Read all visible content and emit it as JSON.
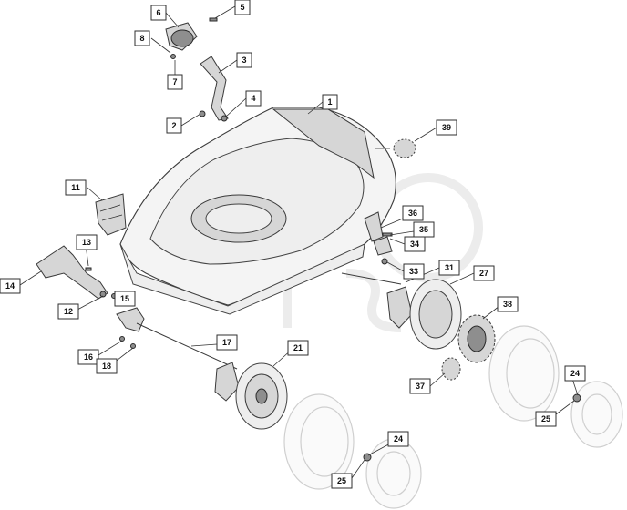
{
  "diagram": {
    "callouts": [
      "1",
      "2",
      "3",
      "4",
      "5",
      "6",
      "7",
      "8",
      "11",
      "12",
      "13",
      "14",
      "15",
      "16",
      "17",
      "18",
      "21",
      "24",
      "25",
      "24",
      "25",
      "27",
      "31",
      "33",
      "34",
      "35",
      "36",
      "37",
      "38",
      "39"
    ]
  }
}
